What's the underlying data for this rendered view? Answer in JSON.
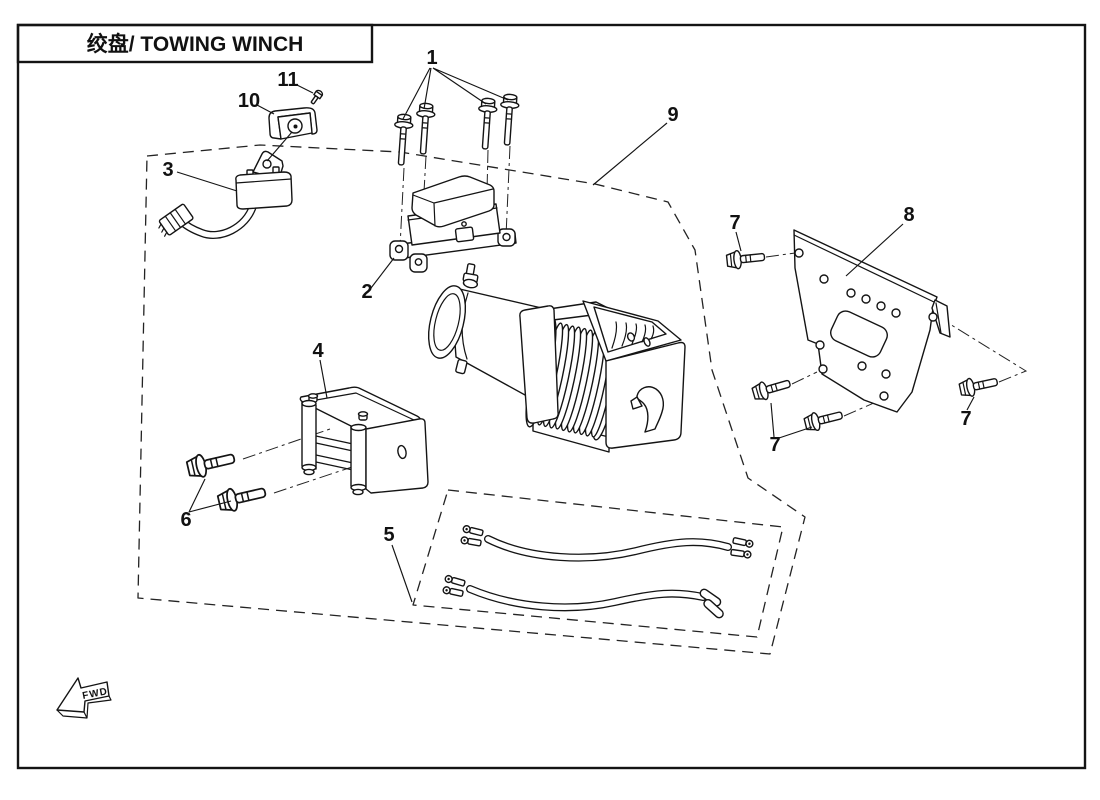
{
  "page": {
    "background": "#ffffff",
    "line_color": "#141414"
  },
  "header": {
    "title_zh": "绞盘",
    "title_en": "TOWING WINCH",
    "title_full": "绞盘/ TOWING WINCH"
  },
  "diagram": {
    "fwd_label": "FWD",
    "callouts": [
      {
        "ref": "1"
      },
      {
        "ref": "2"
      },
      {
        "ref": "3"
      },
      {
        "ref": "4"
      },
      {
        "ref": "5"
      },
      {
        "ref": "6"
      },
      {
        "ref": "7"
      },
      {
        "ref": "7"
      },
      {
        "ref": "7"
      },
      {
        "ref": "8"
      },
      {
        "ref": "9"
      },
      {
        "ref": "10"
      },
      {
        "ref": "11"
      }
    ]
  }
}
